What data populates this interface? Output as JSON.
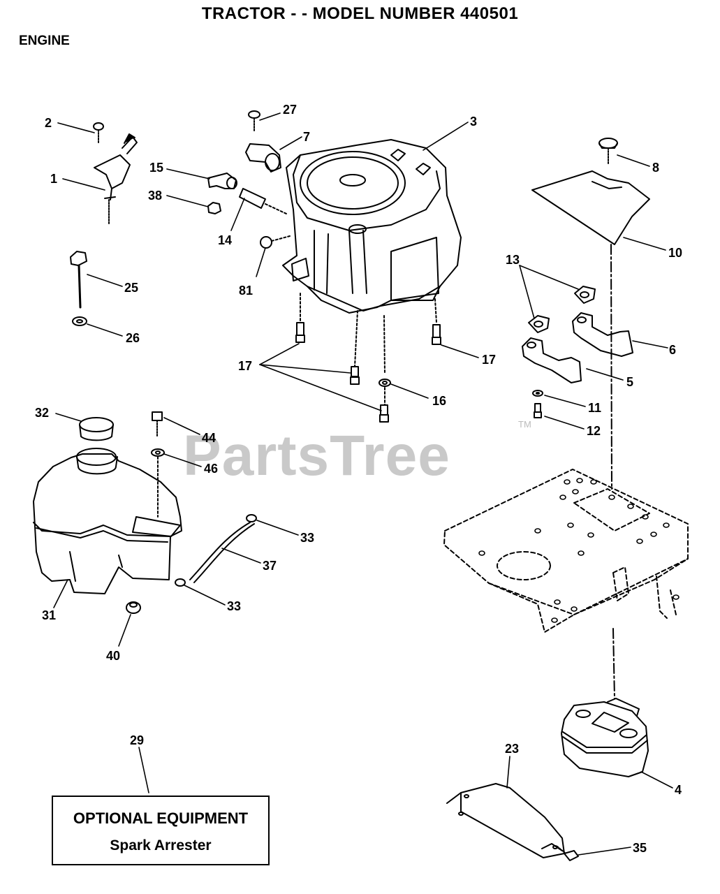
{
  "header": {
    "title": "TRACTOR - - MODEL NUMBER 440501",
    "section": "ENGINE"
  },
  "watermark": {
    "text": "PartsTree",
    "mark": "TM"
  },
  "callouts": {
    "c1": "1",
    "c2": "2",
    "c3": "3",
    "c4": "4",
    "c5": "5",
    "c6": "6",
    "c7": "7",
    "c8": "8",
    "c10": "10",
    "c11": "11",
    "c12": "12",
    "c13": "13",
    "c14": "14",
    "c15": "15",
    "c16": "16",
    "c17a": "17",
    "c17b": "17",
    "c17c": "17",
    "c23": "23",
    "c25": "25",
    "c26": "26",
    "c27": "27",
    "c29": "29",
    "c31": "31",
    "c32": "32",
    "c33a": "33",
    "c33b": "33",
    "c35": "35",
    "c37": "37",
    "c38": "38",
    "c40": "40",
    "c44": "44",
    "c46": "46",
    "c81": "81"
  },
  "optional_box": {
    "heading": "OPTIONAL EQUIPMENT",
    "item": "Spark Arrester"
  }
}
